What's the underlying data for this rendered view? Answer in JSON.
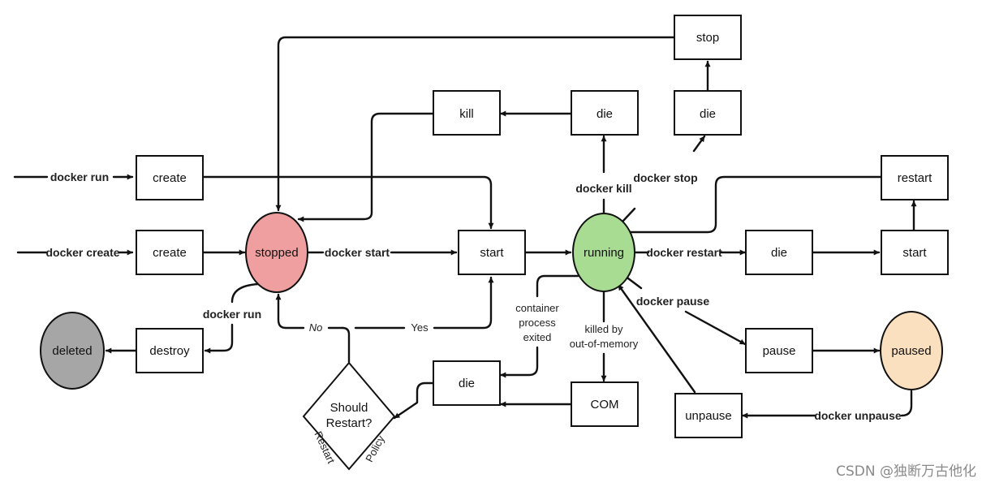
{
  "colors": {
    "stroke": "#111111",
    "stopped": "#ef9f9f",
    "running": "#a8dc92",
    "paused": "#fae0bf",
    "deleted": "#a6a6a6"
  },
  "nodes": {
    "stop": "stop",
    "kill": "kill",
    "die_top": "die",
    "die_stop": "die",
    "create_run": "create",
    "create_create": "create",
    "restart": "restart",
    "stopped": "stopped",
    "start_main": "start",
    "running": "running",
    "die_restart": "die",
    "start_right": "start",
    "deleted": "deleted",
    "destroy": "destroy",
    "pause": "pause",
    "paused": "paused",
    "die_bottom": "die",
    "com": "COM",
    "unpause": "unpause",
    "should_restart_1": "Should",
    "should_restart_2": "Restart?"
  },
  "labels": {
    "docker_run_in": "docker run",
    "docker_create_in": "docker create",
    "docker_start": "docker start",
    "docker_kill": "docker kill",
    "docker_stop": "docker stop",
    "docker_restart": "docker restart",
    "docker_pause": "docker pause",
    "docker_unpause": "docker unpause",
    "docker_run_destroy": "docker run",
    "container_1": "container",
    "container_2": "process",
    "container_3": "exited",
    "oom_1": "killed by",
    "oom_2": "out-of-memory",
    "no": "No",
    "yes": "Yes",
    "restart_side": "Restart",
    "policy_side": "Policy"
  },
  "watermark": "CSDN @独断万古他化"
}
